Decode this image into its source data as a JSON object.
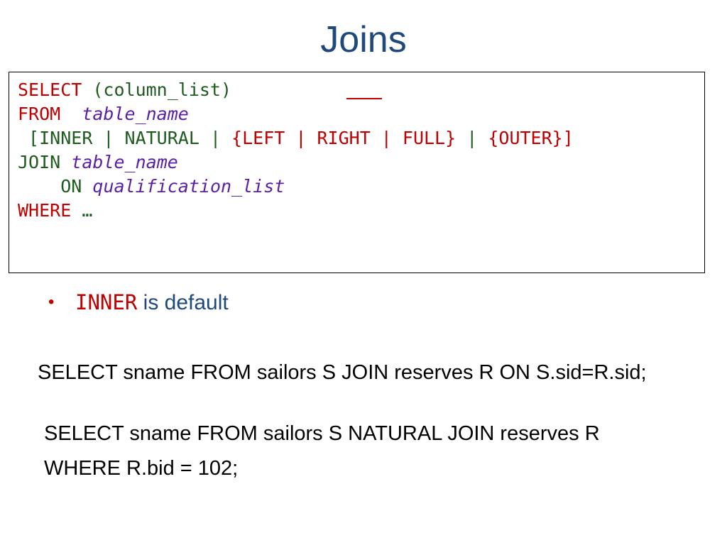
{
  "slide": {
    "title": "Joins"
  },
  "syntax": {
    "line1_kw": "SELECT",
    "line1_rest": " (column_list)",
    "line2_kw": "FROM",
    "line2_rest": "table_name",
    "line3_open": " [",
    "line3_inner": "INNER",
    "line3_sep1": " | ",
    "line3_natural": "NATURAL",
    "line3_sep2": " | ",
    "line3_lbrace": "{",
    "line3_left": "LEFT",
    "line3_sep3": " | ",
    "line3_right": "RIGHT",
    "line3_sep4": " | ",
    "line3_full": "FULL",
    "line3_rbrace": "}",
    "line3_sep5": " | ",
    "line3_outer": "{OUTER}",
    "line3_close": "]",
    "line4_kw": "JOIN",
    "line4_rest": "table_name",
    "line5_kw": "ON",
    "line5_rest": "qualification_list",
    "line6_kw": "WHERE",
    "line6_rest": " …"
  },
  "bullet": {
    "keyword": "INNER",
    "text": " is default"
  },
  "examples": {
    "ex1": "SELECT sname FROM sailors S JOIN reserves R ON S.sid=R.sid;",
    "ex2_line1": "SELECT sname FROM sailors S NATURAL JOIN reserves R",
    "ex2_line2": "WHERE R.bid = 102;"
  }
}
